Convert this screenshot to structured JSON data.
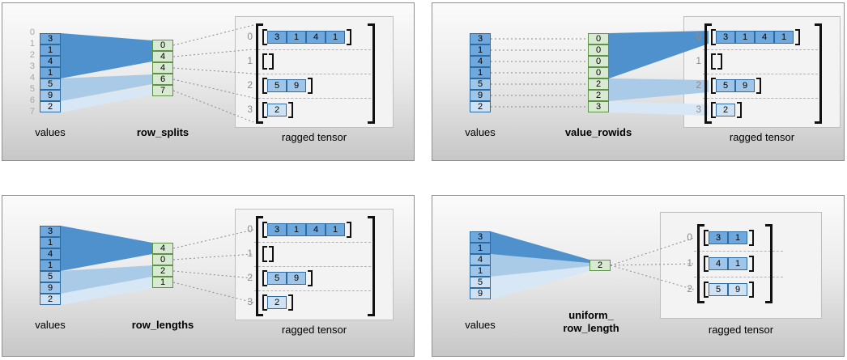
{
  "colors": {
    "cell_dark": "#6fa8dc",
    "cell_mid": "#9fc5e8",
    "cell_light": "#cfe2f3",
    "cell_border": "#2d6ca2",
    "green_fill": "#d9ead3",
    "green_border": "#5f9246",
    "fan_dark": "#4f91cd",
    "fan_mid": "#a9cbe8",
    "fan_light": "#d7e7f5",
    "connector_gray": "#8a8a8a",
    "index_gray": "#a6a6a6"
  },
  "panels": [
    {
      "style": "splits",
      "values_label": "values",
      "method_label": "row_splits",
      "tensor_label": "ragged tensor",
      "values": [
        "3",
        "1",
        "4",
        "1",
        "5",
        "9",
        "2"
      ],
      "boundary_indices": [
        "0",
        "1",
        "2",
        "3",
        "4",
        "5",
        "6",
        "7"
      ],
      "middle": [
        "0",
        "4",
        "4",
        "6",
        "7"
      ],
      "tensor_row_indices": [
        "0",
        "1",
        "2",
        "3"
      ],
      "tensor_rows": [
        [
          "3",
          "1",
          "4",
          "1"
        ],
        [],
        [
          "5",
          "9"
        ],
        [
          "2"
        ]
      ],
      "value_groups": [
        {
          "start": 0,
          "end": 4,
          "shade": "dark"
        },
        {
          "start": 4,
          "end": 6,
          "shade": "mid"
        },
        {
          "start": 6,
          "end": 7,
          "shade": "light"
        }
      ],
      "row_shades": [
        "dark",
        "none",
        "mid",
        "light"
      ]
    },
    {
      "style": "rowids",
      "values_label": "values",
      "method_label": "value_rowids",
      "tensor_label": "ragged tensor",
      "values": [
        "3",
        "1",
        "4",
        "1",
        "5",
        "9",
        "2"
      ],
      "middle": [
        "0",
        "0",
        "0",
        "0",
        "2",
        "2",
        "3"
      ],
      "tensor_row_indices": [
        "0",
        "1",
        "2",
        "3"
      ],
      "tensor_rows": [
        [
          "3",
          "1",
          "4",
          "1"
        ],
        [],
        [
          "5",
          "9"
        ],
        [
          "2"
        ]
      ],
      "value_groups": [
        {
          "start": 0,
          "end": 4,
          "shade": "dark"
        },
        {
          "start": 4,
          "end": 6,
          "shade": "mid"
        },
        {
          "start": 6,
          "end": 7,
          "shade": "light"
        }
      ],
      "row_shades": [
        "dark",
        "none",
        "mid",
        "light"
      ]
    },
    {
      "style": "lengths",
      "values_label": "values",
      "method_label": "row_lengths",
      "tensor_label": "ragged tensor",
      "values": [
        "3",
        "1",
        "4",
        "1",
        "5",
        "9",
        "2"
      ],
      "middle": [
        "4",
        "0",
        "2",
        "1"
      ],
      "tensor_row_indices": [
        "0",
        "1",
        "2",
        "3"
      ],
      "tensor_rows": [
        [
          "3",
          "1",
          "4",
          "1"
        ],
        [],
        [
          "5",
          "9"
        ],
        [
          "2"
        ]
      ],
      "value_groups": [
        {
          "start": 0,
          "end": 4,
          "shade": "dark"
        },
        {
          "start": 4,
          "end": 6,
          "shade": "mid"
        },
        {
          "start": 6,
          "end": 7,
          "shade": "light"
        }
      ],
      "row_shades": [
        "dark",
        "none",
        "mid",
        "light"
      ]
    },
    {
      "style": "uniform",
      "values_label": "values",
      "method_label": "uniform_\nrow_length",
      "tensor_label": "ragged tensor",
      "values": [
        "3",
        "1",
        "4",
        "1",
        "5",
        "9"
      ],
      "middle": [
        "2"
      ],
      "tensor_row_indices": [
        "0",
        "1",
        "2"
      ],
      "tensor_rows": [
        [
          "3",
          "1"
        ],
        [
          "4",
          "1"
        ],
        [
          "5",
          "9"
        ]
      ],
      "value_groups": [
        {
          "start": 0,
          "end": 2,
          "shade": "dark"
        },
        {
          "start": 2,
          "end": 4,
          "shade": "mid"
        },
        {
          "start": 4,
          "end": 6,
          "shade": "light"
        }
      ],
      "row_shades": [
        "dark",
        "mid",
        "light"
      ]
    }
  ]
}
